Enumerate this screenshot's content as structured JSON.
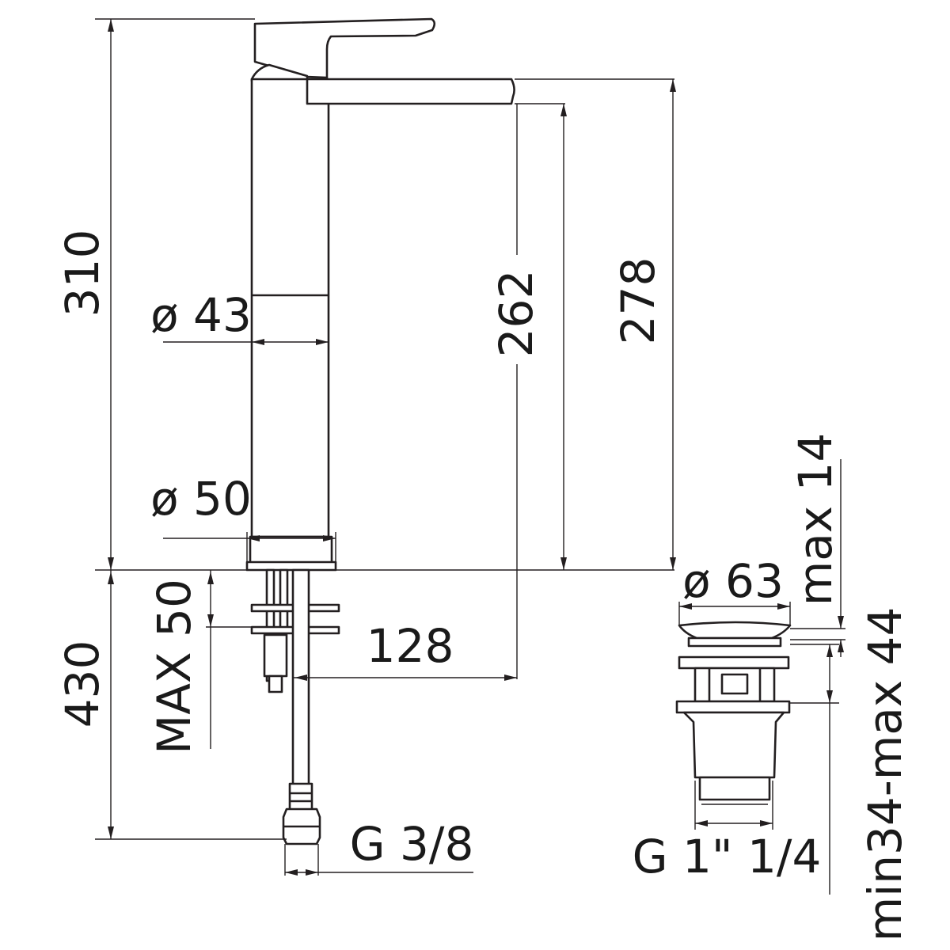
{
  "dimensions": {
    "total_height": "310",
    "body_diameter": "ø 43",
    "base_diameter": "ø 50",
    "spout_height_inner": "262",
    "spout_height_outer": "278",
    "spout_reach": "128",
    "max_deck_thickness": "MAX 50",
    "hose_length": "430",
    "inlet_thread": "G 3/8",
    "waste_diameter": "ø 63",
    "waste_max_offset": "max 14",
    "waste_clamp_range": "min34-max 44",
    "waste_thread": "G 1\" 1/4"
  }
}
